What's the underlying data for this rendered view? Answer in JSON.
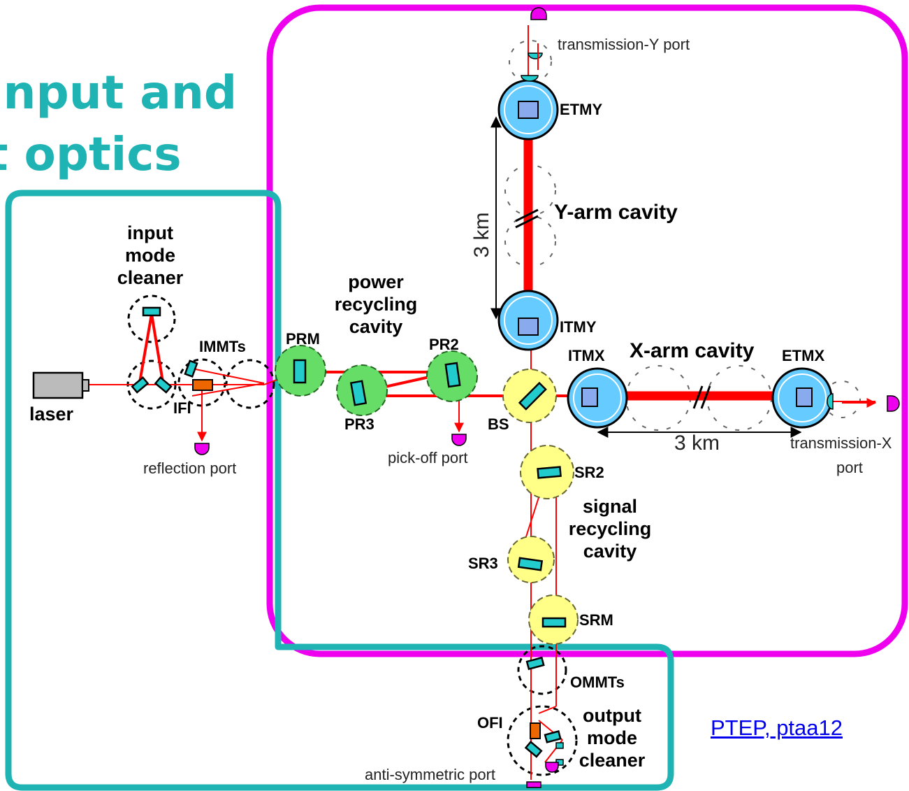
{
  "title": {
    "line1": "Input and",
    "line2": "t optics"
  },
  "reference_link": "PTEP, ptaa12",
  "labels": {
    "transmission_y_port": "transmission-Y port",
    "etmy": "ETMY",
    "itmy": "ITMY",
    "y_arm_distance": "3 km",
    "y_arm_cavity": "Y-arm cavity",
    "itmx": "ITMX",
    "etmx": "ETMX",
    "x_arm_cavity": "X-arm cavity",
    "x_arm_distance": "3 km",
    "transmission_x_port_1": "transmission-X",
    "transmission_x_port_2": "port",
    "input_mode_cleaner_1": "input",
    "input_mode_cleaner_2": "mode",
    "input_mode_cleaner_3": "cleaner",
    "immts": "IMMTs",
    "ifi": "IFI",
    "laser": "laser",
    "reflection_port": "reflection port",
    "prm": "PRM",
    "power_recycling_1": "power",
    "power_recycling_2": "recycling",
    "power_recycling_3": "cavity",
    "pr2": "PR2",
    "pr3": "PR3",
    "bs": "BS",
    "pick_off_port": "pick-off port",
    "sr2": "SR2",
    "sr3": "SR3",
    "srm": "SRM",
    "signal_recycling_1": "signal",
    "signal_recycling_2": "recycling",
    "signal_recycling_3": "cavity",
    "ommts": "OMMTs",
    "ofi": "OFI",
    "output_mode_cleaner_1": "output",
    "output_mode_cleaner_2": "mode",
    "output_mode_cleaner_3": "cleaner",
    "anti_symmetric_port": "anti-symmetric port"
  },
  "colors": {
    "title": "#1fb3b3",
    "input_output_frame": "#1fb3b3",
    "interferometer_frame": "#ee00ee",
    "beam": "#ff0000",
    "test_mass": "#66ccff",
    "power_recycling": "#66dd66",
    "signal_recycling": "#ffff88",
    "mirror": "#22cccc",
    "isolator": "#ee6600",
    "photodetector": "#ee00ee"
  }
}
